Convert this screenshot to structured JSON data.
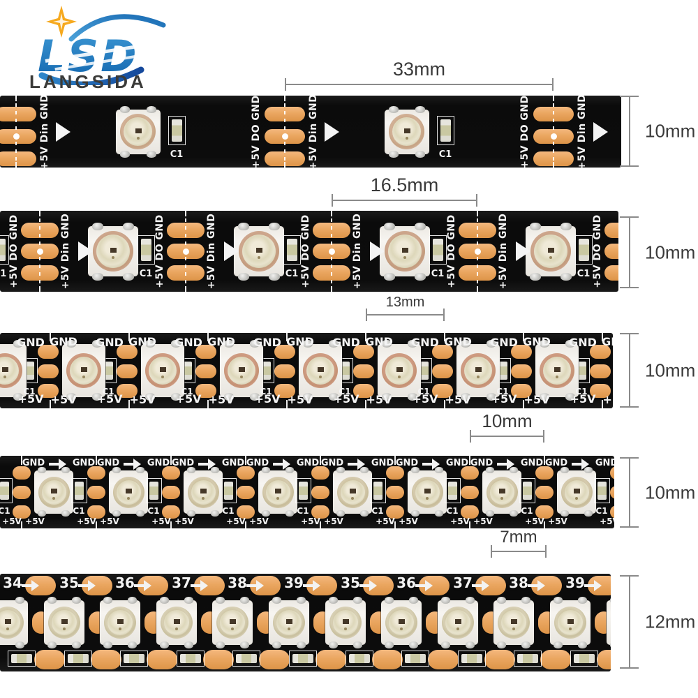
{
  "logo": {
    "brand": "LSD",
    "company": "LANGSIDA"
  },
  "silk": {
    "v5": "+5V",
    "din": "Din",
    "dout": "DO",
    "gnd": "GND",
    "cap": "C1"
  },
  "strips": [
    {
      "pitch": "33mm",
      "width": "10mm"
    },
    {
      "pitch": "16.5mm",
      "width": "10mm"
    },
    {
      "pitch": "13mm",
      "width": "10mm"
    },
    {
      "pitch": "10mm",
      "width": "10mm"
    },
    {
      "pitch": "7mm",
      "width": "12mm",
      "numbers": [
        "34",
        "35",
        "36",
        "37",
        "38",
        "39",
        "35",
        "36",
        "37",
        "38",
        "39"
      ]
    }
  ],
  "colors": {
    "pcb": "#0d0d0d",
    "pad": "#eaa660",
    "pad_dark": "#dd9448",
    "pad_light": "#f4b87e",
    "silk": "#f4f4f4",
    "dim_line": "#8a8a8a",
    "dim_text": "#3a3a3a",
    "logo_blue": "#1f7fc4",
    "logo_blue_dark": "#16499c",
    "logo_text": "#3b3b39",
    "star": "#f6a91e"
  }
}
